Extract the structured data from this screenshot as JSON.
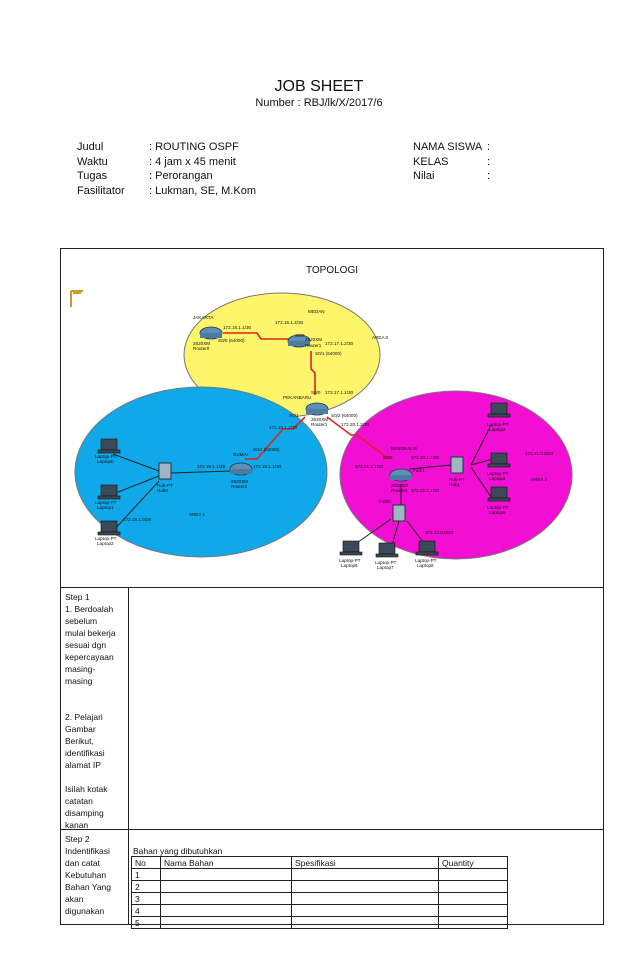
{
  "header": {
    "title": "JOB SHEET",
    "number": "Number : RBJ/lk/X/2017/6"
  },
  "meta_left": [
    {
      "label": "Judul",
      "value": ": ROUTING OSPF"
    },
    {
      "label": "Waktu",
      "value": ": 4 jam x 45 menit"
    },
    {
      "label": "Tugas",
      "value": ": Perorangan"
    },
    {
      "label": "Fasilitator",
      "value": ": Lukman, SE, M.Kom"
    }
  ],
  "meta_right": [
    {
      "label": "NAMA SISWA",
      "value": ":"
    },
    {
      "label": "KELAS",
      "value": ":"
    },
    {
      "label": "Nilai",
      "value": ":"
    }
  ],
  "topologi": {
    "title": "TOPOLOGI",
    "labels": {
      "jakarta": "JAKARTA",
      "medan": "MEDAN",
      "pekanbaru": "PEKANBARU",
      "bengkalis": "BENGKALIS",
      "dumai": "DUMAI",
      "area0": "AREA 0",
      "area1": "AREA 1",
      "area2": "AREA 2",
      "r0_model": "2620XM",
      "r0_name": "Router0",
      "r1_model": "2620XM",
      "r1_name": "Router1",
      "r2_model": "2620XM",
      "r2_name": "Router2",
      "r3_model": "2620XM",
      "r3_name": "Router3",
      "r4_name": "Router4",
      "hub0": "Hub-PT",
      "hub0_name": "Hub0",
      "hub1": "Hub-PT",
      "hub1_name": "Hub1",
      "hub2": "Hub-PT",
      "hub2_name": "Hub2",
      "ip_r0": "172.16.1.1/30",
      "ip_medan1": "172.16.1.2/30",
      "ip_medan2": "172.17.1.2/30",
      "ip_pku1": "172.17.1.1/30",
      "ip_pku2": "172.18.1.2/30",
      "ip_pku3": "172.20.1.2/30",
      "ip_dumai1": "172.19.1.1/29",
      "ip_dumai2": "172.18.1.1/30",
      "ip_lan1": "172.19.1.0/29",
      "ip_bkl1": "172.20.1.1/30",
      "ip_bkl2": "172.21.1.1/30",
      "ip_bkl3": "172.22.1.1/30",
      "ip_lan2": "172.21.0.0/24",
      "ip_lan3": "172.22.0.0/24",
      "s00": "S0/0 (64000)",
      "s01": "S0/1 (64000)",
      "s02": "S0/2 (64000)",
      "s0": "S0/0",
      "s1": "S0/1",
      "s2": "S0/2",
      "fa00": "Fa0/0",
      "fa01": "Fa0/1",
      "laptop_pt": "Laptop-PT",
      "laptop0": "Laptop0",
      "laptop1": "Laptop1",
      "laptop2": "Laptop2",
      "laptop3": "Laptop3",
      "laptop4": "Laptop4",
      "laptop5": "Laptop5",
      "laptop6": "Laptop6",
      "laptop7": "Laptop7",
      "laptop8": "Laptop8"
    }
  },
  "step1": {
    "label_lines": [
      "Step 1",
      "1. Berdoalah",
      "sebelum",
      "mulai bekerja",
      "sesuai dgn",
      "kepercayaan",
      "masing-",
      "masing",
      "",
      "",
      "2. Pelajari",
      "Gambar",
      "Berikut,",
      "identifikasi",
      "alamat IP",
      "",
      "Isilah kotak",
      "catatan",
      "disamping",
      "kanan"
    ]
  },
  "step2": {
    "label_lines": [
      "Step 2",
      "Indentifikasi",
      "dan catat",
      "Kebutuhan",
      "Bahan Yang",
      "akan",
      "digunakan"
    ],
    "bahan_title": "Bahan yang dibutuhkan",
    "columns": [
      "No",
      "Nama Bahan",
      "Spesifikasi",
      "Quantity"
    ],
    "rows": [
      "1",
      "2",
      "3",
      "4",
      "5"
    ]
  }
}
